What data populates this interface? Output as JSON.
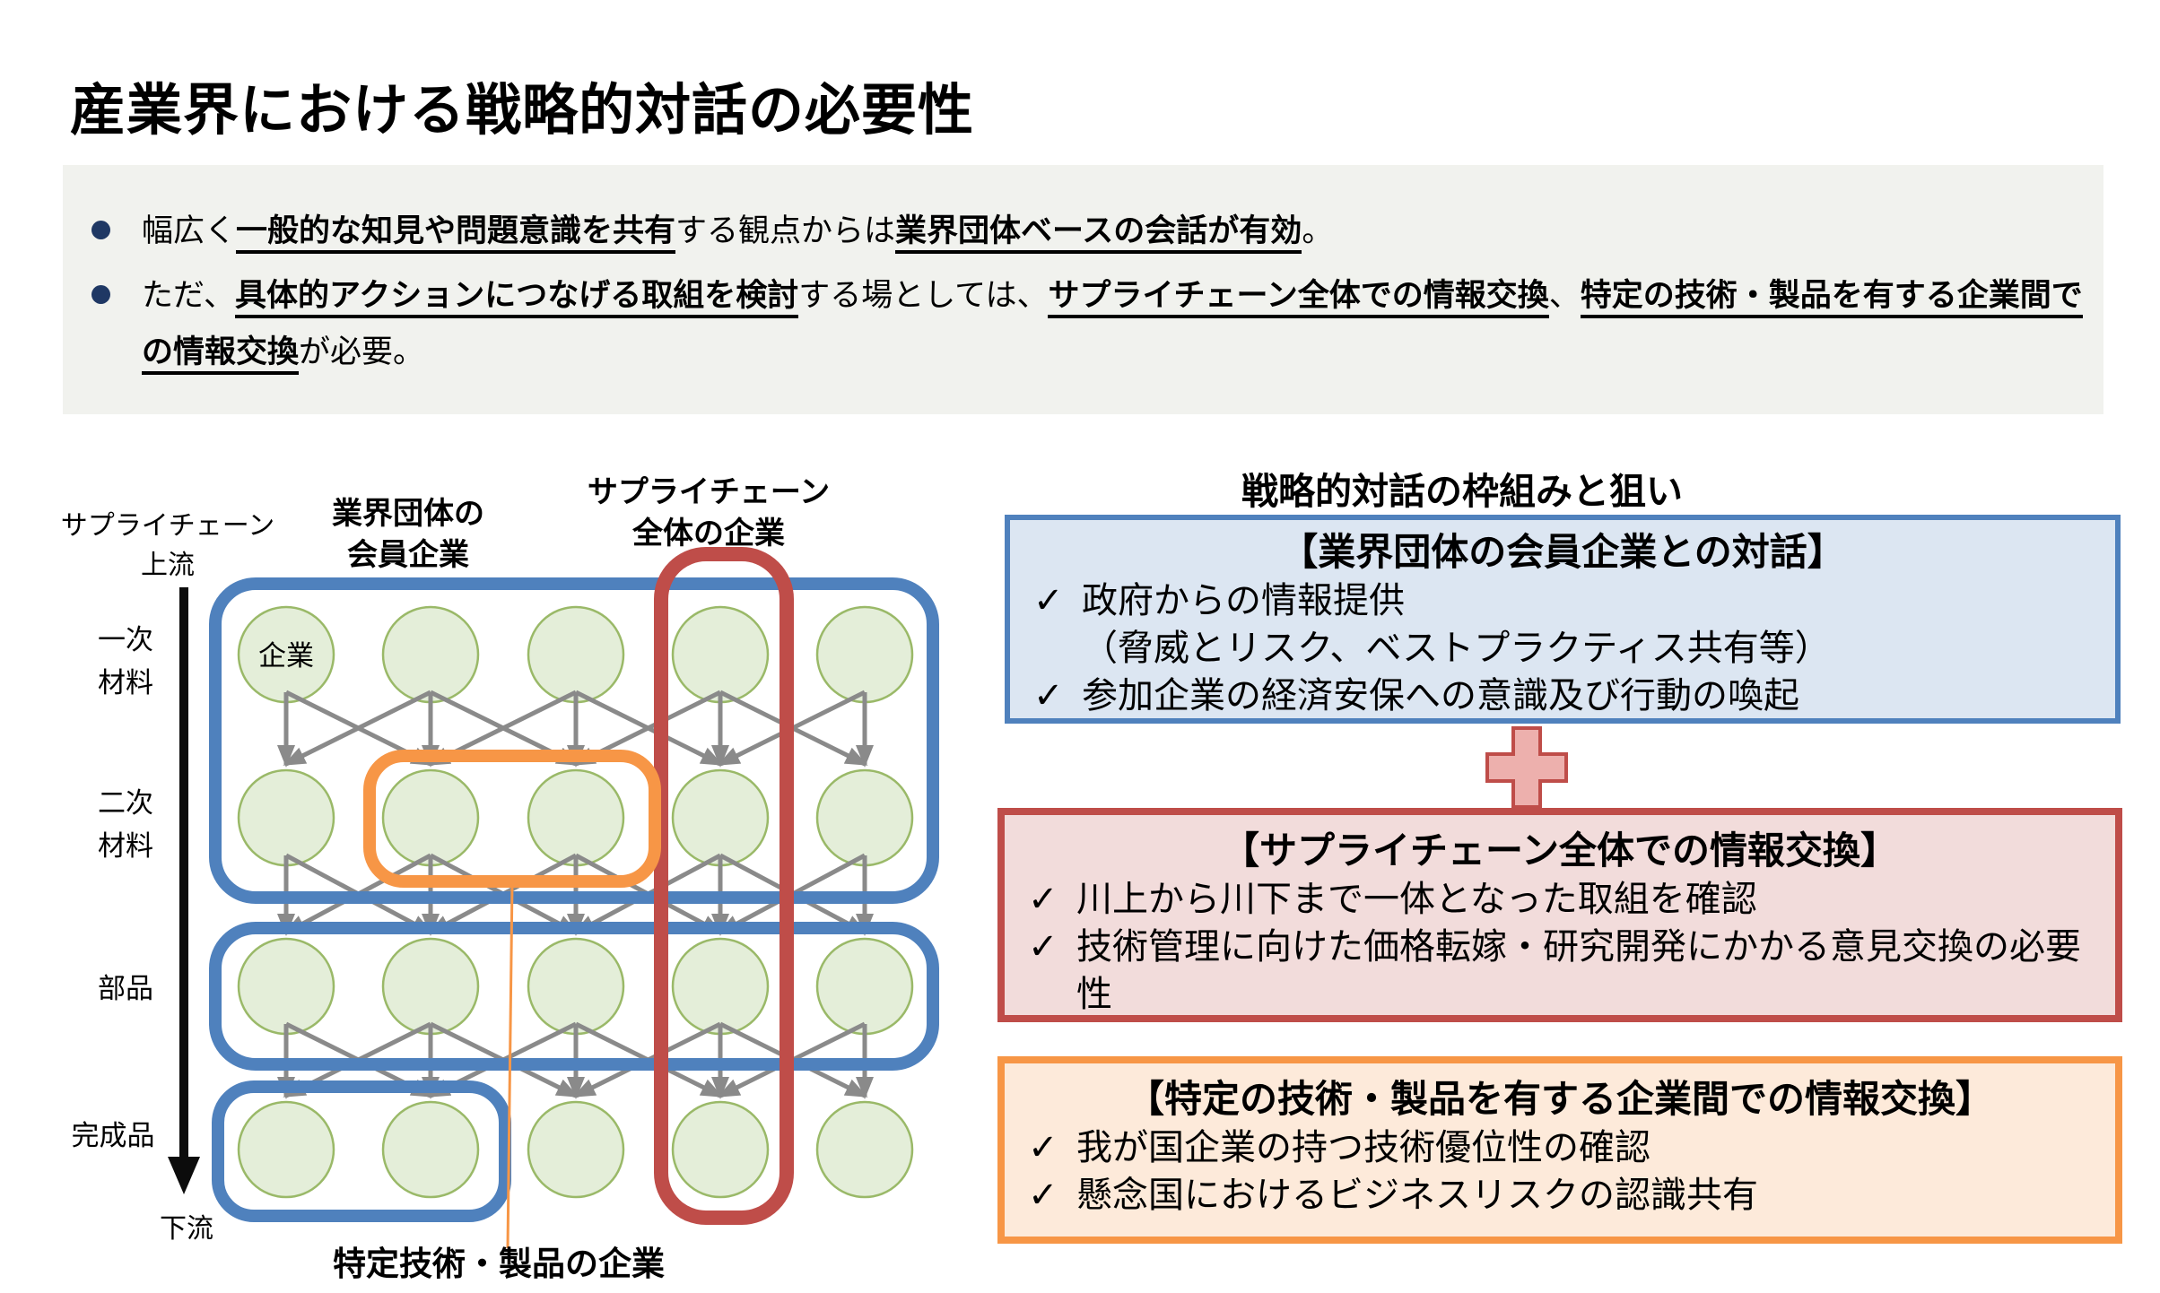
{
  "slide": {
    "title": "産業界における戦略的対話の必要性"
  },
  "summary": {
    "bullets": [
      {
        "segments": [
          {
            "t": "幅広く",
            "b": false
          },
          {
            "t": "一般的な知見や問題意識を共有",
            "b": true
          },
          {
            "t": "する観点からは",
            "b": false
          },
          {
            "t": "業界団体ベースの会話が有効",
            "b": true
          },
          {
            "t": "。",
            "b": false
          }
        ]
      },
      {
        "segments": [
          {
            "t": "ただ、",
            "b": false
          },
          {
            "t": "具体的アクションにつなげる取組を検討",
            "b": true
          },
          {
            "t": "する場としては、",
            "b": false
          },
          {
            "t": "サプライチェーン全体での情報交換",
            "b": true
          },
          {
            "t": "、",
            "b": false
          },
          {
            "t": "特定の技術・製品を有する企業間での情報交換",
            "b": true
          },
          {
            "t": "が必要。",
            "b": false
          }
        ]
      }
    ]
  },
  "diagram": {
    "upstream": [
      "サプライチェーン",
      "上流"
    ],
    "downstream": "下流",
    "row_labels": [
      {
        "l1": "一次",
        "l2": "材料"
      },
      {
        "l1": "二次",
        "l2": "材料"
      },
      {
        "l1": "部品"
      },
      {
        "l1": "完成品"
      }
    ],
    "node_label": "企業",
    "legend_blue": [
      "業界団体の",
      "会員企業"
    ],
    "legend_red": [
      "サプライチェーン",
      "全体の企業"
    ],
    "legend_orange": "特定技術・製品の企業",
    "colors": {
      "blue_frame": "#4f81bd",
      "red_frame": "#bf4d49",
      "orange_frame": "#f79646",
      "node_fill": "#e4eed9",
      "node_stroke": "#9ab968",
      "arrow_gray": "#8a8a8a"
    }
  },
  "panel": {
    "title": "戦略的対話の枠組みと狙い",
    "check_glyph": "✓",
    "boxes": [
      {
        "header": "【業界団体の会員企業との対話】",
        "items": [
          {
            "check": true,
            "text": "政府からの情報提供"
          },
          {
            "check": false,
            "text": "（脅威とリスク、ベストプラクティス共有等）"
          },
          {
            "check": true,
            "text": "参加企業の経済安保への意識及び行動の喚起"
          }
        ]
      },
      {
        "header": "【サプライチェーン全体での情報交換】",
        "items": [
          {
            "check": true,
            "text": "川上から川下まで一体となった取組を確認"
          },
          {
            "check": true,
            "text": "技術管理に向けた価格転嫁・研究開発にかかる意見交換の必要性"
          }
        ]
      },
      {
        "header": "【特定の技術・製品を有する企業間での情報交換】",
        "items": [
          {
            "check": true,
            "text": "我が国企業の持つ技術優位性の確認"
          },
          {
            "check": true,
            "text": "懸念国におけるビジネスリスクの認識共有"
          }
        ]
      }
    ]
  }
}
